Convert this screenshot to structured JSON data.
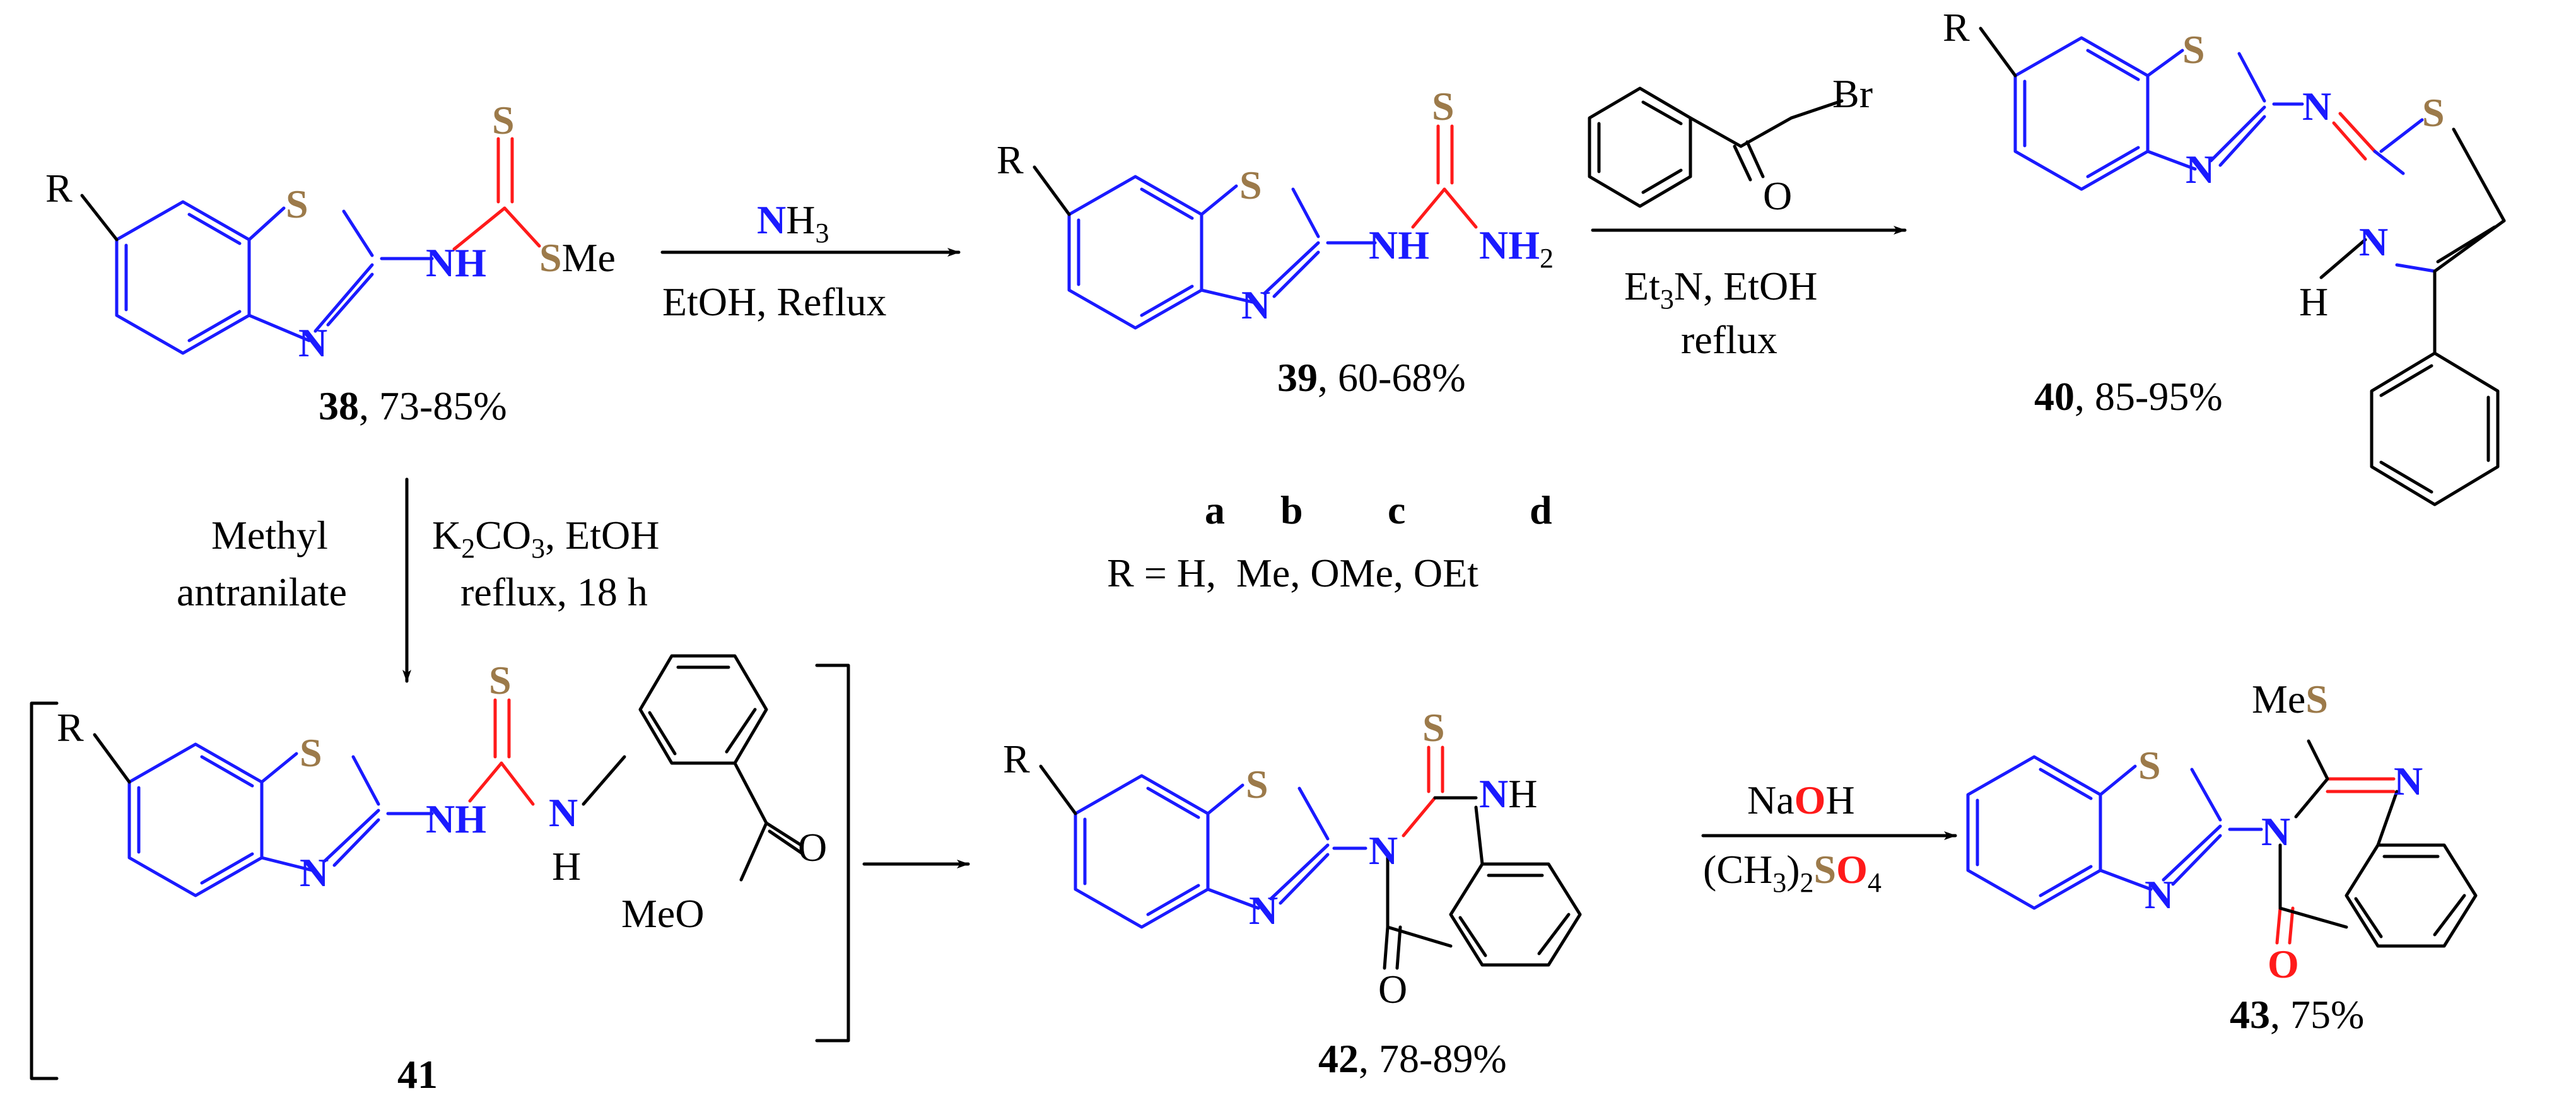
{
  "colors": {
    "nitrogen": "#1a1aff",
    "sulfur": "#9c7a4a",
    "oxygen": "#ff1a1a",
    "bond_highlight": "#ff1a1a",
    "ring": "#1a1aff"
  },
  "compounds": {
    "c38": {
      "number": "38",
      "yield": ", 73-85%",
      "R": "R",
      "S_ring": "S",
      "NH": "NH",
      "S_thione": "S",
      "SMe_S": "S",
      "SMe_Me": "Me",
      "N_ring": "N"
    },
    "c39": {
      "number": "39",
      "yield": ", 60-68%",
      "R": "R",
      "S_ring": "S",
      "N_ring": "N",
      "NH": "NH",
      "S_thione": "S",
      "NH2": "NH",
      "NH2_sub": "2"
    },
    "c40": {
      "number": "40",
      "yield": ", 85-95%",
      "R": "R",
      "S_ring": "S",
      "N_ring": "N",
      "N_imine": "N",
      "S_thiazole": "S",
      "N_thiazole": "N",
      "H": "H"
    },
    "c41": {
      "number": "41",
      "R": "R",
      "S_ring": "S",
      "N_ring": "N",
      "NH1": "NH",
      "S_thione": "S",
      "NH2_N": "N",
      "NH2_H": "H",
      "O": "O",
      "MeO": "MeO"
    },
    "c42": {
      "number": "42",
      "yield": ", 78-89%",
      "R": "R",
      "S_ring": "S",
      "N_ring": "N",
      "N_quin": "N",
      "S_thione": "S",
      "NH_N": "N",
      "NH_H": "H",
      "O": "O"
    },
    "c43": {
      "number": "43",
      "yield": ", 75%",
      "S_ring": "S",
      "N_ring": "N",
      "N_quin": "N",
      "N_imine": "N",
      "MeS_Me": "Me",
      "MeS_S": "S",
      "O": "O"
    }
  },
  "reagents": {
    "step1_above_N": "N",
    "step1_above_H": "H",
    "step1_above_sub": "3",
    "step1_below": "EtOH, Reflux",
    "step2_Br": "Br",
    "step2_O": "O",
    "step2_below_1a": "Et",
    "step2_below_1sub": "3",
    "step2_below_1b": "N, EtOH",
    "step2_below_2": "reflux",
    "step3_left_1": "Methyl",
    "step3_left_2": "antranilate",
    "step3_right_1a": "K",
    "step3_right_1sub1": "2",
    "step3_right_1b": "CO",
    "step3_right_1sub2": "3",
    "step3_right_1c": ", EtOH",
    "step3_right_2": "reflux, 18 h",
    "step5_above_Na": "Na",
    "step5_above_O": "O",
    "step5_above_H": "H",
    "step5_below_a": "(CH",
    "step5_below_sub1": "3",
    "step5_below_b": ")",
    "step5_below_sub2": "2",
    "step5_below_S": "S",
    "step5_below_O": "O",
    "step5_below_sub3": "4"
  },
  "substituents": {
    "letters": [
      "a",
      "b",
      "c",
      "d"
    ],
    "R_label": "R = H,  Me, OMe, OEt"
  }
}
